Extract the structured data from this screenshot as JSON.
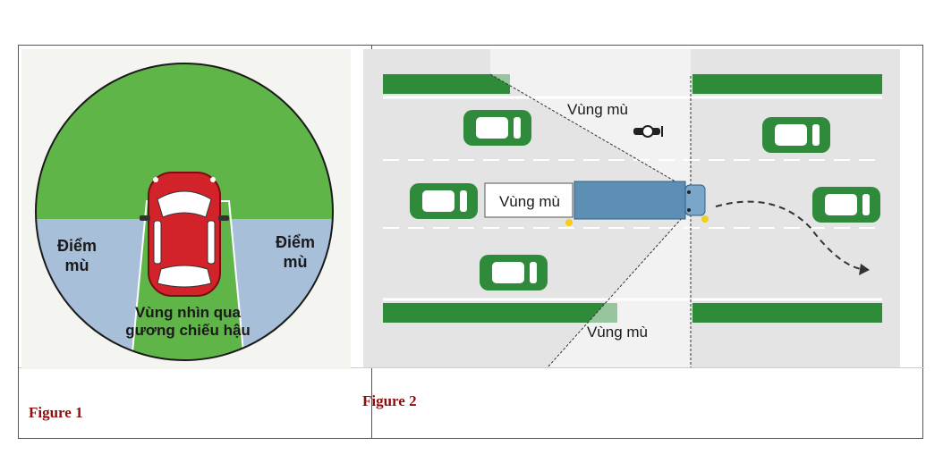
{
  "figure1": {
    "caption": "Figure 1",
    "labels": {
      "blind_left": [
        "Điểm",
        "mù"
      ],
      "blind_right": [
        "Điểm",
        "mù"
      ],
      "mirror_view": [
        "Vùng nhìn qua",
        "gương chiếu hậu"
      ]
    },
    "colors": {
      "green": "#5fb547",
      "blue": "#a7bfd9",
      "car": "#d3232a"
    }
  },
  "figure2": {
    "caption": "Figure 2",
    "labels": {
      "blind_top": "Vùng mù",
      "blind_truck": "Vùng mù",
      "blind_bottom": "Vùng mù"
    },
    "colors": {
      "road": "#e4e4e4",
      "stripe": "#2e8b3a",
      "car": "#2f8a3c",
      "truck": "#5d8fb5"
    }
  }
}
